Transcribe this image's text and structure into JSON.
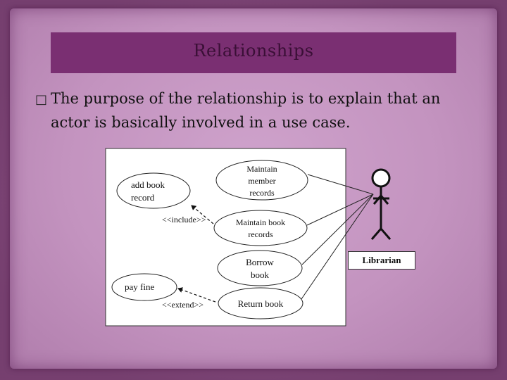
{
  "slide": {
    "title": "Relationships",
    "bullet_mark": "□",
    "bullet_line1": "The purpose of the relationship is to explain that an",
    "bullet_line2": "actor is basically involved in a use case."
  },
  "diagram": {
    "use_cases": {
      "maintain_member": [
        "Maintain",
        "member",
        "records"
      ],
      "add_book": [
        "add book",
        "record"
      ],
      "maintain_book": [
        "Maintain book",
        "records"
      ],
      "borrow_book": [
        "Borrow",
        "book"
      ],
      "pay_fine": "pay fine",
      "return_book": "Return book"
    },
    "include_label": "<<include>>",
    "extend_label": "<<extend>>",
    "actor_label": "Librarian"
  },
  "colors": {
    "title_bar": "#7a2f72",
    "paper": "#c393bf",
    "border": "#8a4a82"
  }
}
